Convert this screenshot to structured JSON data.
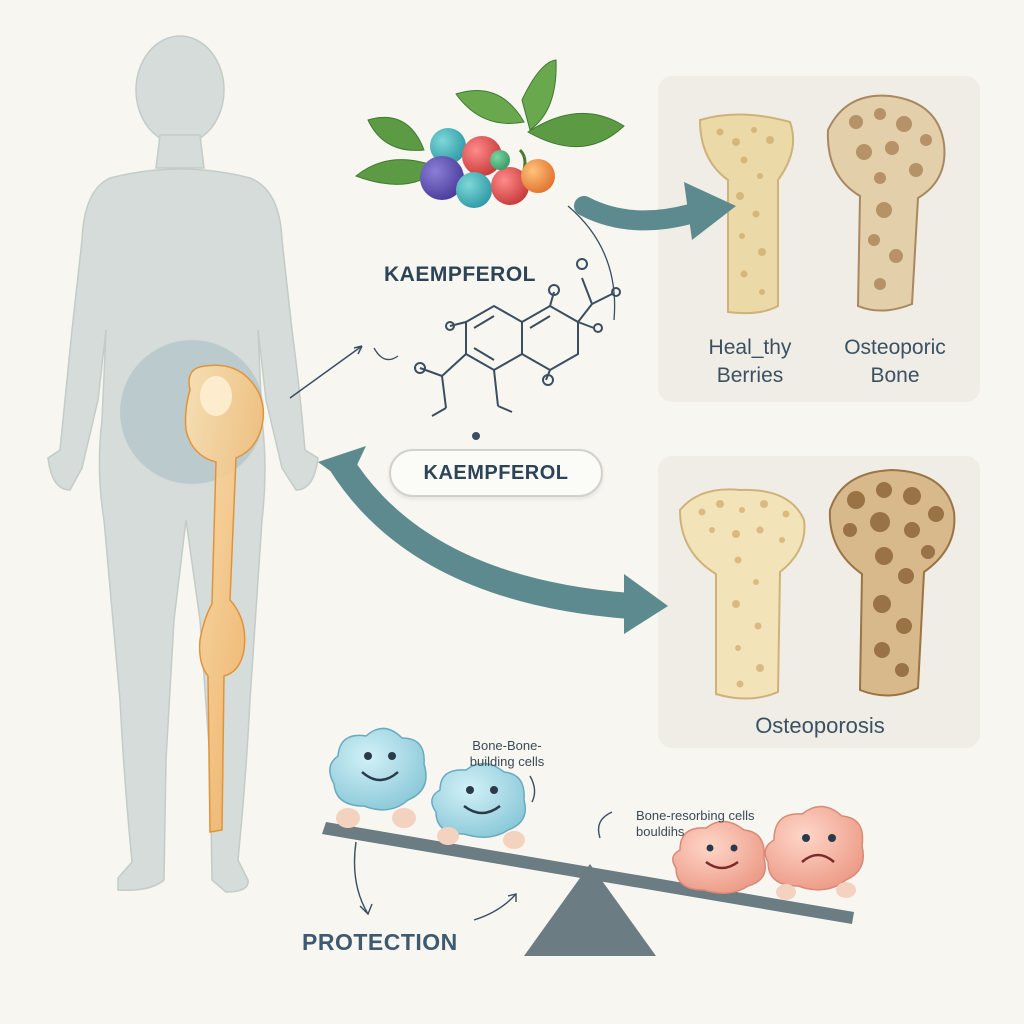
{
  "compound": {
    "name_title": "KAEMPFEROL",
    "name_badge": "KAEMPFEROL"
  },
  "top_panel": {
    "healthy_label": "Heal_thy\nBerries",
    "osteoporotic_label": "Osteoporic\nBone"
  },
  "bottom_panel": {
    "label": "Osteoporosis"
  },
  "balance": {
    "protection_label": "PROTECTION",
    "building_cells_label": "Bone-Bone-\nbuilding cells",
    "resorbing_cells_label": "Bone-resorbing cells\nbouldihs"
  },
  "colors": {
    "background": "#f7f6f1",
    "arrow_teal": "#5c8a8e",
    "body_silhouette": "#d4dbd8",
    "highlight_bone": "#f4b766",
    "panel_bg": "#efede5",
    "healthy_bone": "#ecd9a8",
    "osteoporotic_bone": "#c9a882",
    "building_cell": "#a8d8e4",
    "resorbing_cell": "#f0a898"
  }
}
